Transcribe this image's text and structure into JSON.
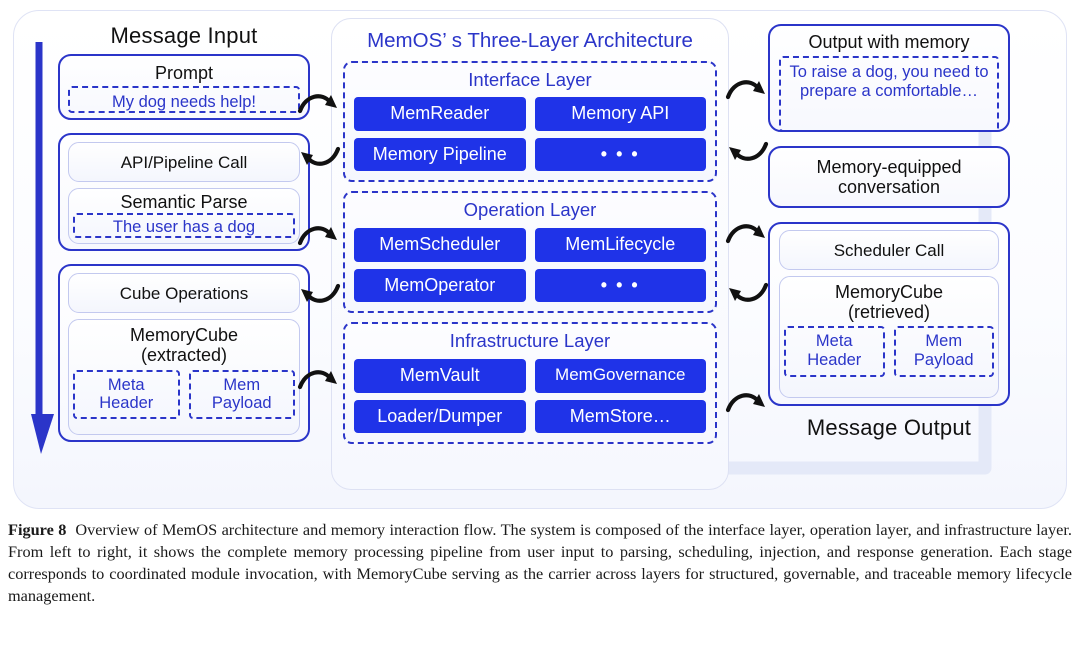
{
  "figure": {
    "label": "Figure 8",
    "caption": "Overview of MemOS architecture and memory interaction flow. The system is composed of the interface layer, operation layer, and infrastructure layer. From left to right, it shows the complete memory processing pipeline from user input to parsing, scheduling, injection, and response generation. Each stage corresponds to coordinated module invocation, with MemoryCube serving as the carrier across layers for structured, governable, and traceable memory lifecycle management."
  },
  "colors": {
    "accent_blue": "#2b35c9",
    "chip_blue": "#1f33e8",
    "chip_text": "#ffffff",
    "panel_border": "#dde1f3",
    "text_dark": "#111111"
  },
  "input_column": {
    "title": "Message Input",
    "groups": [
      {
        "name": "prompt-group",
        "label": "Prompt",
        "dashed_text": "My dog needs help!"
      },
      {
        "name": "parse-group",
        "items": [
          {
            "label": "API/Pipeline Call",
            "dashed_text": ""
          },
          {
            "label": "Semantic Parse",
            "dashed_text": "The user has a dog"
          }
        ]
      },
      {
        "name": "cube-group",
        "items": [
          {
            "label": "Cube Operations"
          },
          {
            "label_line1": "MemoryCube",
            "label_line2": "(extracted)",
            "tiles": [
              {
                "line1": "Meta",
                "line2": "Header"
              },
              {
                "line1": "Mem",
                "line2": "Payload"
              }
            ]
          }
        ]
      }
    ]
  },
  "architecture": {
    "title": "MemOS’ s Three-Layer Architecture",
    "layers": [
      {
        "title": "Interface Layer",
        "rows": [
          [
            "MemReader",
            "Memory API"
          ],
          [
            "Memory Pipeline",
            "• • •"
          ]
        ]
      },
      {
        "title": "Operation Layer",
        "rows": [
          [
            "MemScheduler",
            "MemLifecycle"
          ],
          [
            "MemOperator",
            "• • •"
          ]
        ]
      },
      {
        "title": "Infrastructure Layer",
        "rows": [
          [
            "MemVault",
            "MemGovernance"
          ],
          [
            "Loader/Dumper",
            "MemStore…"
          ]
        ]
      }
    ]
  },
  "output_column": {
    "title": "Message Output",
    "blocks": [
      {
        "name": "output-with-memory",
        "label": "Output with memory",
        "dashed_text": "To raise a dog, you need to prepare a comfortable…"
      },
      {
        "name": "memory-equipped-conversation",
        "label_line1": "Memory-equipped",
        "label_line2": "conversation"
      },
      {
        "name": "scheduler-cube",
        "items": [
          {
            "label": "Scheduler Call"
          },
          {
            "label_line1": "MemoryCube",
            "label_line2": "(retrieved)",
            "tiles": [
              {
                "line1": "Meta",
                "line2": "Header"
              },
              {
                "line1": "Mem",
                "line2": "Payload"
              }
            ]
          }
        ]
      }
    ]
  },
  "arrows": {
    "left_flow": "downward-flow-arrow",
    "right_flow": "upward-return-flow-arrow",
    "connectors": [
      {
        "name": "input-to-interface",
        "direction": "right"
      },
      {
        "name": "interface-to-input",
        "direction": "left"
      },
      {
        "name": "parse-to-operation",
        "direction": "right"
      },
      {
        "name": "operation-to-cube",
        "direction": "left"
      },
      {
        "name": "cube-to-infrastructure",
        "direction": "right"
      },
      {
        "name": "interface-to-output",
        "direction": "right"
      },
      {
        "name": "output-to-interface",
        "direction": "left"
      },
      {
        "name": "operation-to-conversation",
        "direction": "right"
      },
      {
        "name": "infrastructure-to-memorycube",
        "direction": "right"
      }
    ]
  }
}
